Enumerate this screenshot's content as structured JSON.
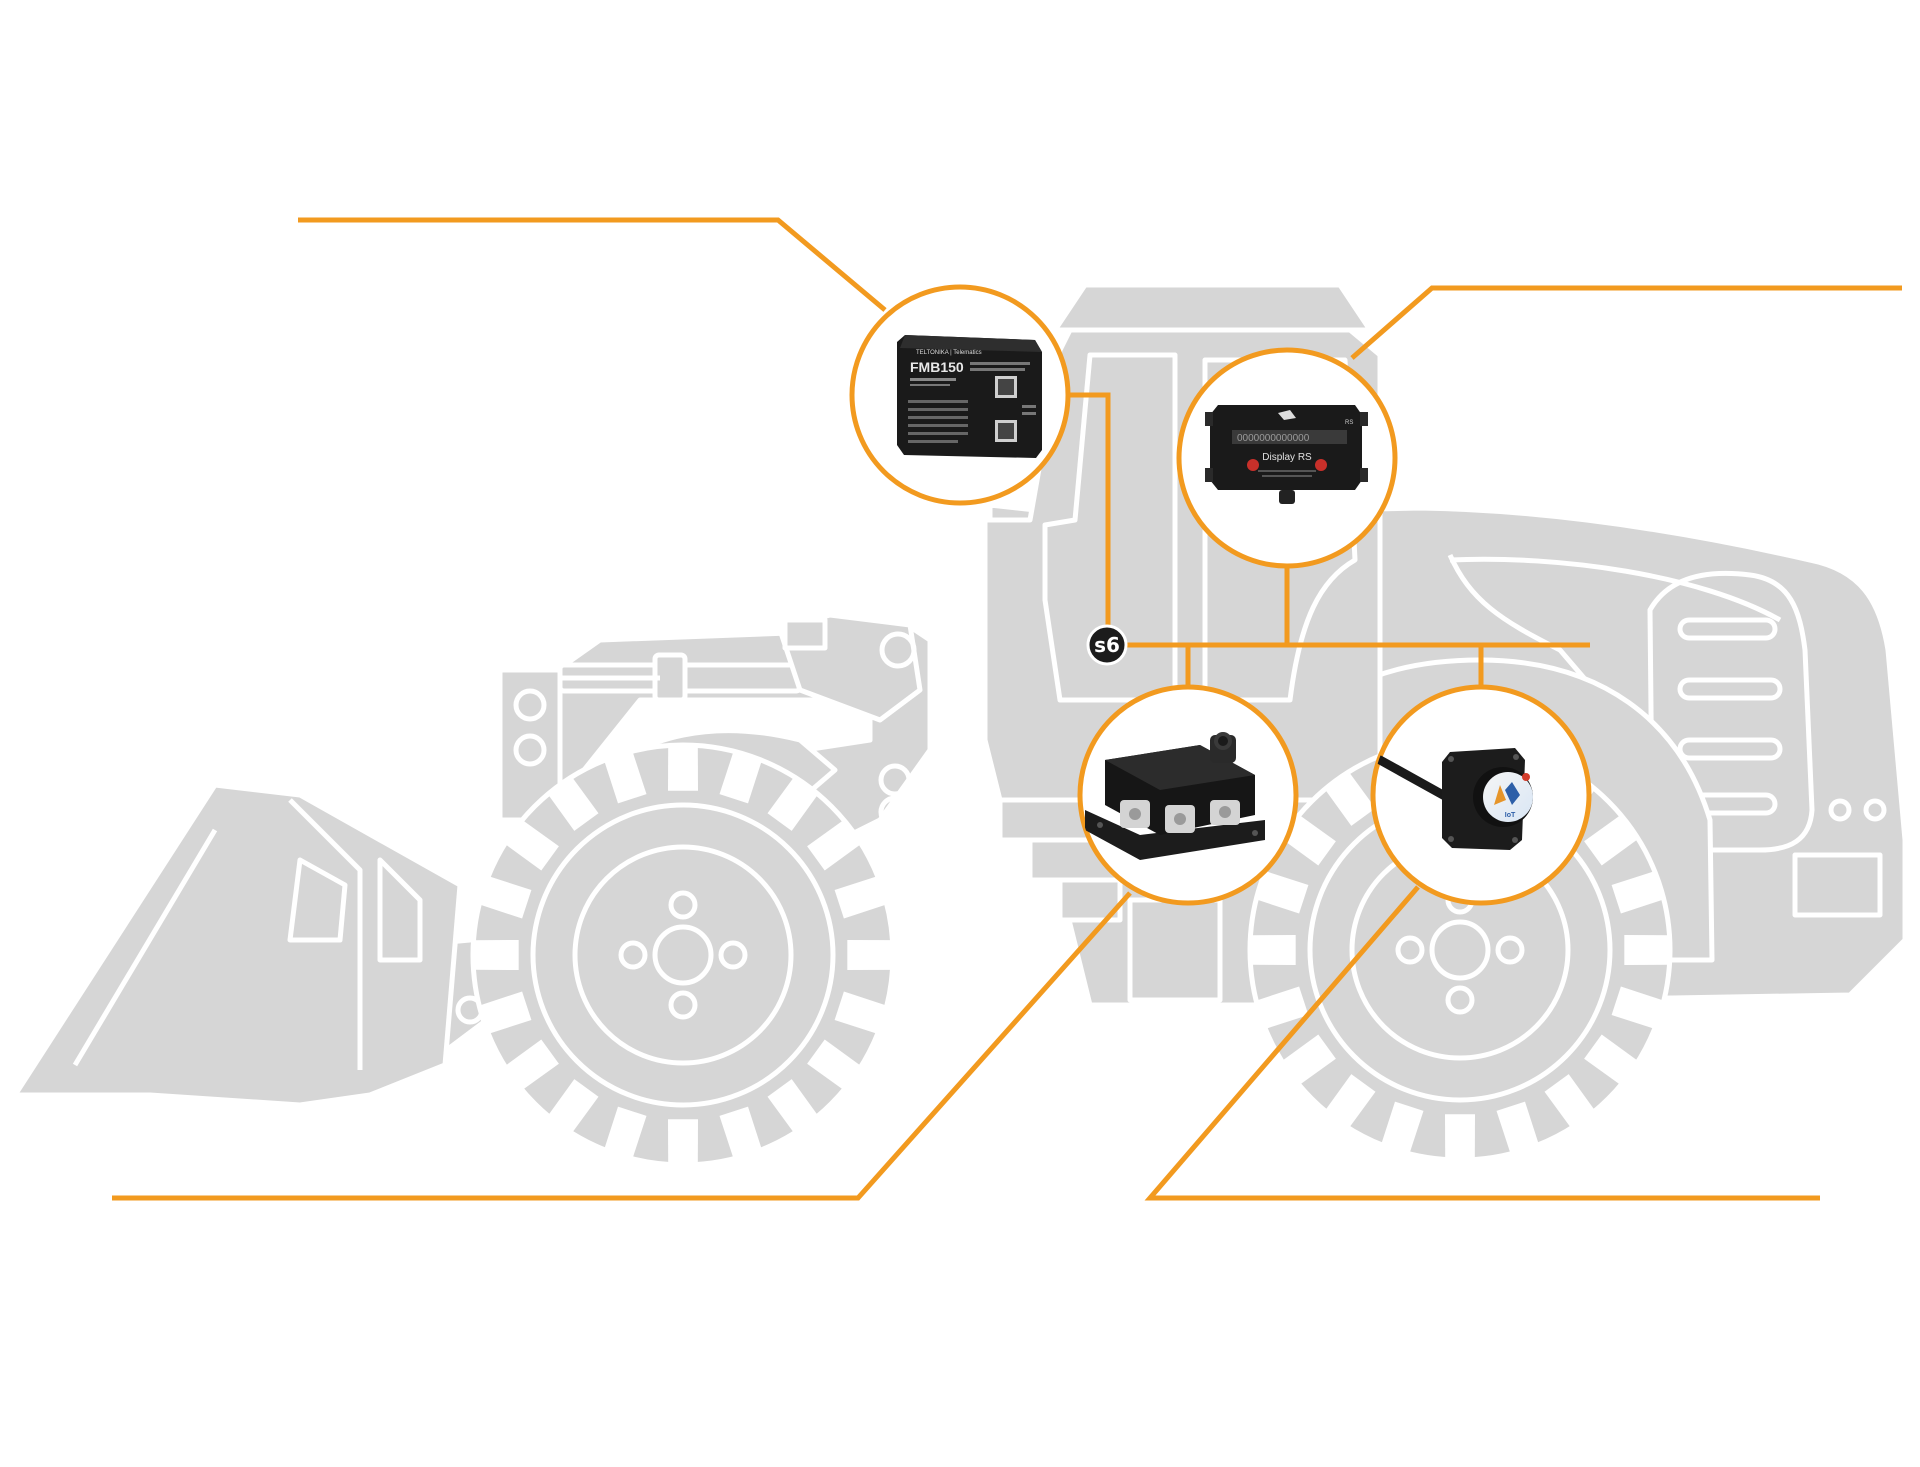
{
  "colors": {
    "line": "#f29a1f",
    "silhouette": "#d6d6d6",
    "silhouette_stroke": "#ffffff",
    "device": "#1c1c1c",
    "background": "#ffffff"
  },
  "hub": {
    "label": "s6"
  },
  "devices": {
    "tracker": {
      "brand": "TELTONIKA | Telematics",
      "model": "FMB150",
      "icon": "gps-tracker-icon"
    },
    "display": {
      "name": "Display RS",
      "digits": "0000000000000",
      "tag": "RS",
      "icon": "display-icon"
    },
    "module": {
      "icon": "can-module-icon"
    },
    "sensor": {
      "logo": "IoT",
      "icon": "level-sensor-icon"
    }
  },
  "vehicle": {
    "type": "wheel-loader",
    "icon": "wheel-loader-icon"
  }
}
